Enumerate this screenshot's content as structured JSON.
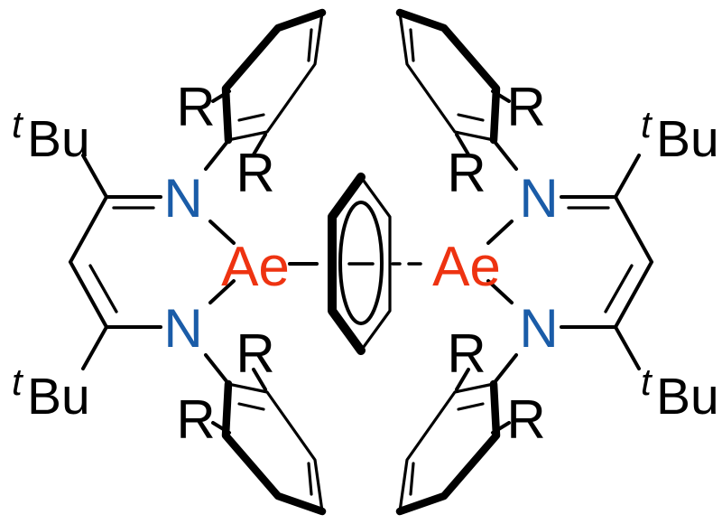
{
  "molecule": {
    "metal_label": "Ae",
    "nitrogen_label": "N",
    "substituent_label": "R",
    "tbu_superscript": "t",
    "tbu_label": "Bu",
    "colors": {
      "metal": "#ee3311",
      "nitrogen": "#1a5ca8",
      "bonds": "#000000",
      "background": "#ffffff"
    }
  }
}
